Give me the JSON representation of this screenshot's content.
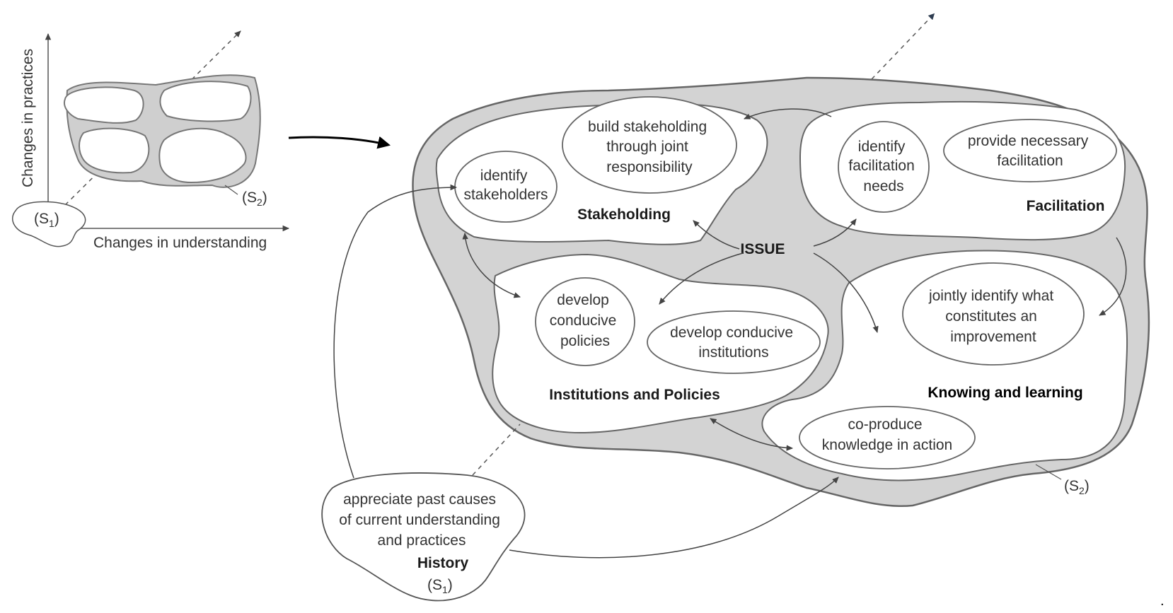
{
  "small_diagram": {
    "y_axis_label": "Changes in practices",
    "x_axis_label": "Changes in understanding",
    "s1_label": "(S",
    "s1_sub": "1",
    "s2_label": "(S",
    "s2_sub": "2",
    "close_paren": ")"
  },
  "main": {
    "issue_label": "ISSUE",
    "domains": {
      "stakeholding": "Stakeholding",
      "facilitation": "Facilitation",
      "institutions": "Institutions and Policies",
      "knowing": "Knowing and learning"
    },
    "ovals": {
      "build_stakeholding": [
        "build stakeholding",
        "through joint",
        "responsibility"
      ],
      "identify_stakeholders": [
        "identify",
        "stakeholders"
      ],
      "identify_facilitation": [
        "identify",
        "facilitation",
        "needs"
      ],
      "provide_facilitation": [
        "provide necessary",
        "facilitation"
      ],
      "develop_policies": [
        "develop",
        "conducive",
        "policies"
      ],
      "develop_institutions": [
        "develop conducive",
        "institutions"
      ],
      "jointly_identify": [
        "jointly identify what",
        "constitutes an",
        "improvement"
      ],
      "coproduce": [
        "co-produce",
        "knowledge in action"
      ]
    },
    "history": {
      "lines": [
        "appreciate past causes",
        "of current understanding",
        "and practices"
      ],
      "title": "History",
      "s_label": "(S",
      "s_sub": "1",
      "close_paren": ")"
    },
    "s2_label": "(S",
    "s2_sub": "2",
    "close_paren": ")",
    "trailing_mark": "."
  }
}
